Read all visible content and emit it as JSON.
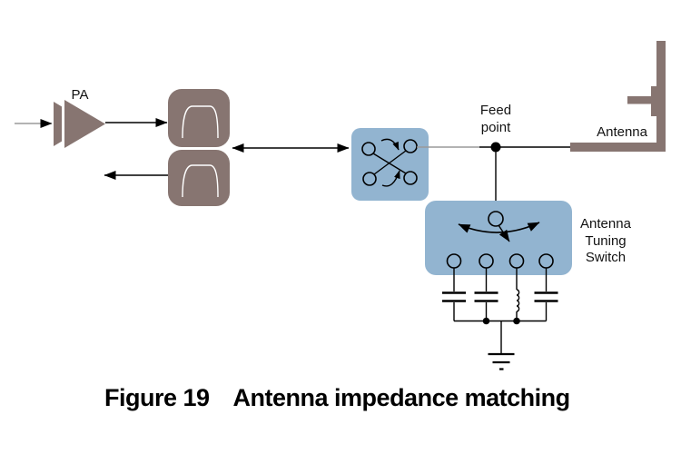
{
  "labels": {
    "pa": "PA",
    "feed_point": [
      "Feed",
      "point"
    ],
    "antenna": "Antenna",
    "tuning_switch": [
      "Antenna",
      "Tuning",
      "Switch"
    ]
  },
  "caption": {
    "figure": "Figure 19",
    "title": "Antenna impedance matching"
  },
  "colors": {
    "component": "#877571",
    "switch_box": "#92b4d0",
    "filter_curve": "#ffffff",
    "line": "#000000",
    "line_gray": "#9a9a9a"
  },
  "diagram": {
    "components": [
      {
        "name": "pa-amplifier",
        "label": "PA",
        "kind": "power-amplifier-icon"
      },
      {
        "name": "duplexer",
        "kind": "dual-bandpass-filter-icon"
      },
      {
        "name": "cross-switch",
        "kind": "dpdt-crossover-switch-icon"
      },
      {
        "name": "feed-point",
        "label": "Feed point",
        "kind": "junction-dot"
      },
      {
        "name": "antenna",
        "label": "Antenna",
        "kind": "inverted-f-antenna-icon"
      },
      {
        "name": "antenna-tuning-switch",
        "label": "Antenna Tuning Switch",
        "kind": "sp4t-switch-icon",
        "shunt_branches": [
          "capacitor",
          "capacitor",
          "inductor",
          "capacitor"
        ],
        "termination": "ground"
      }
    ]
  }
}
